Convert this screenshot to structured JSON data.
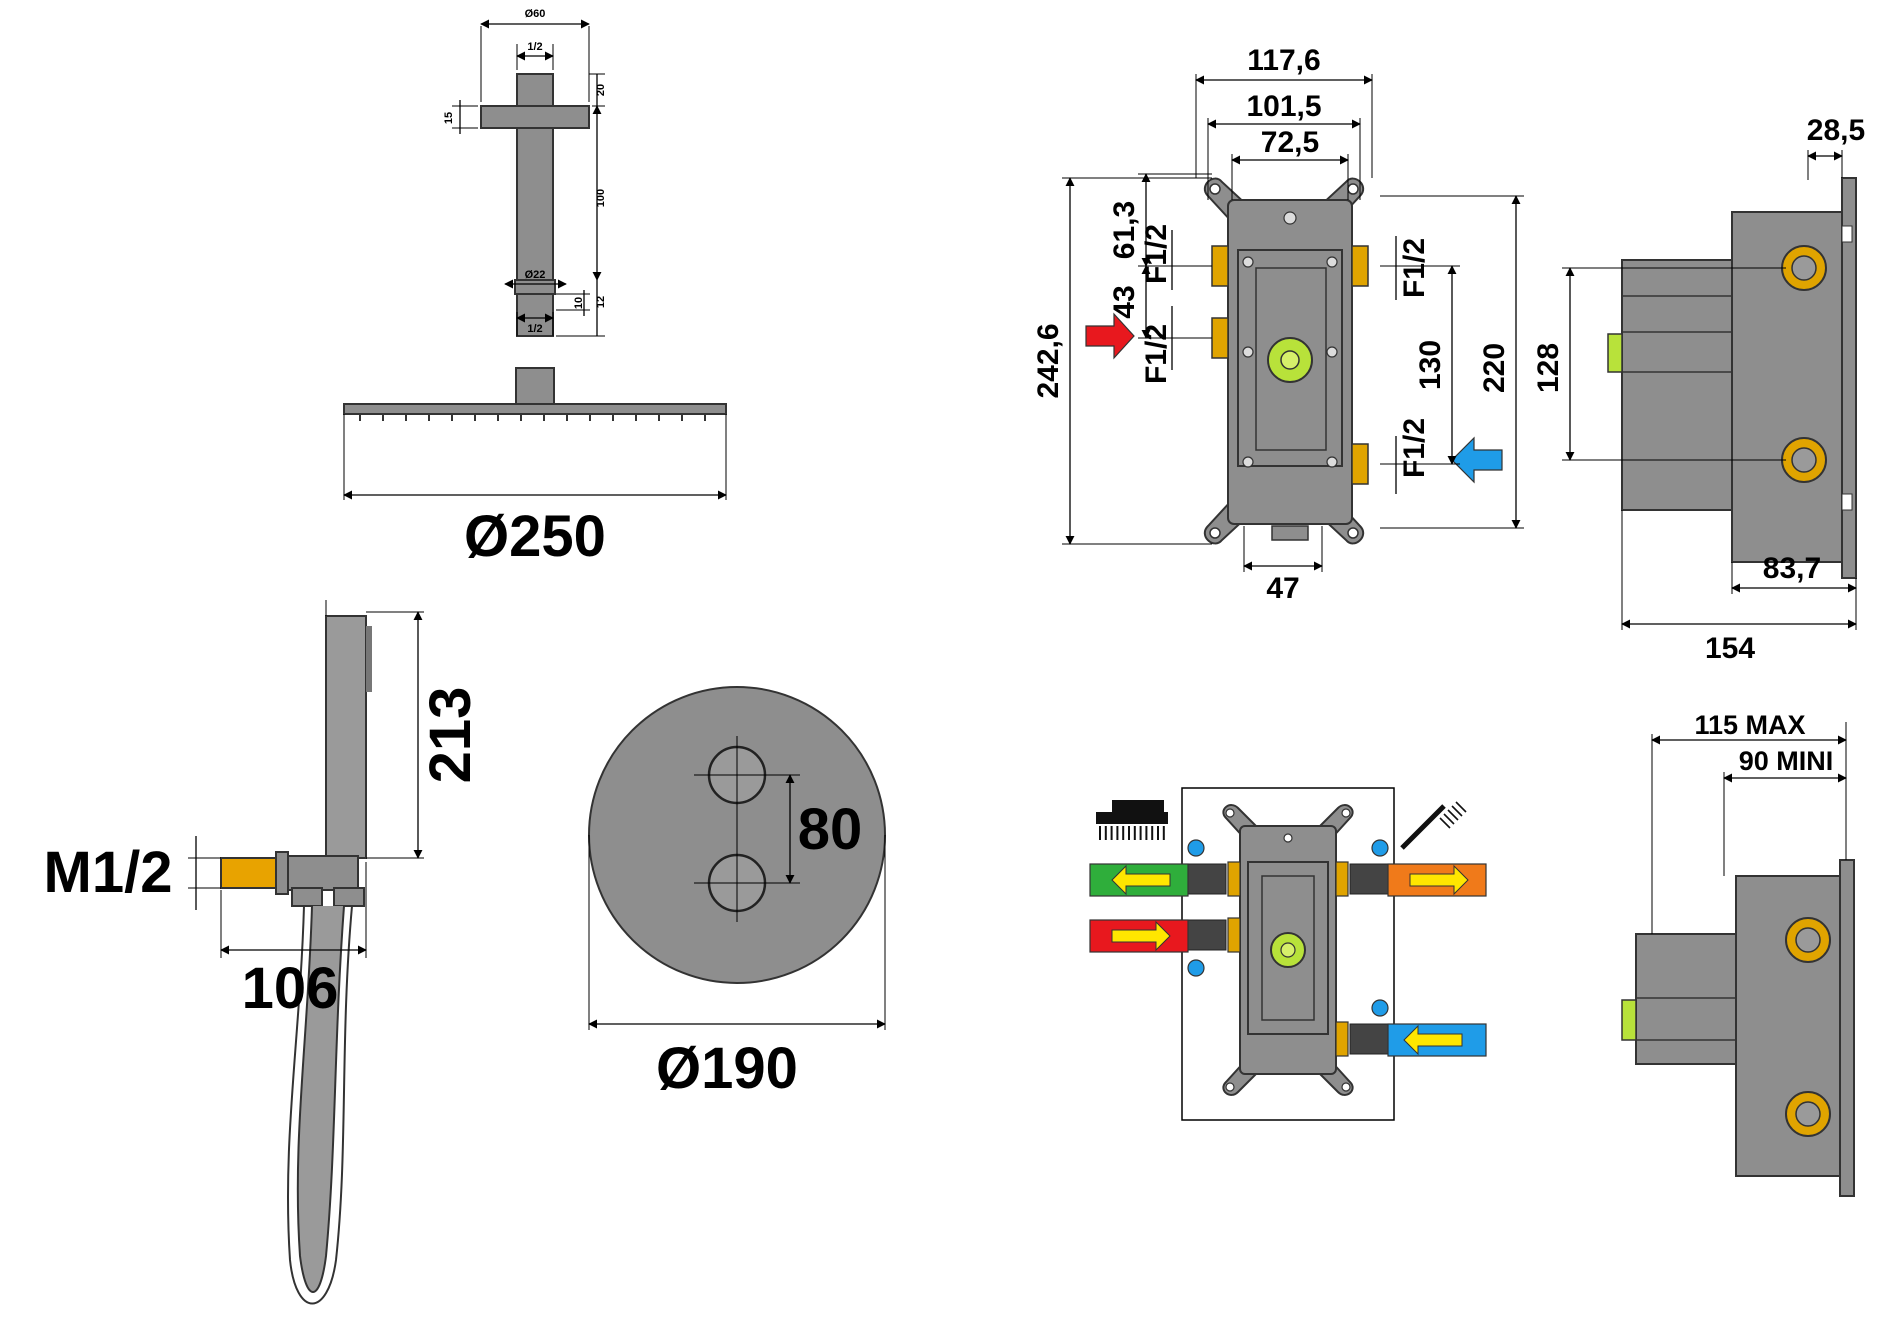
{
  "overhead_arm": {
    "dia_outer": "Ø60",
    "thread_top": "1/2",
    "dim_top": "20",
    "dim_flange": "15",
    "dim_length": "100",
    "dia_inner": "Ø22",
    "dim_10": "10",
    "dim_12": "12",
    "thread_bottom": "1/2"
  },
  "shower_head": {
    "diameter": "Ø250"
  },
  "hand_shower": {
    "height": "213",
    "thread": "M1/2",
    "length": "106"
  },
  "wall_plate": {
    "spacing": "80",
    "diameter": "Ø190"
  },
  "valve_body": {
    "w_outer": "117,6",
    "w_mid": "101,5",
    "w_inner": "72,5",
    "h_total": "242,6",
    "h_upper": "61,3",
    "h_port": "43",
    "port_l1": "F1/2",
    "port_l2": "F1/2",
    "port_r1": "F1/2",
    "port_r2": "F1/2",
    "h_ports": "130",
    "h_body": "220",
    "w_bottom": "47"
  },
  "side_view": {
    "flange": "28,5",
    "ports": "128",
    "depth_box": "83,7",
    "depth_total": "154",
    "max_label": "115 MAX",
    "min_label": "90 MINI"
  },
  "colors": {
    "hot": "#e8181e",
    "cold": "#1f9ce8",
    "outlet_overhead": "#2fae3b",
    "outlet_hand": "#f07a1a",
    "arrow": "#ffe600",
    "body": "#8e8e8e",
    "brass": "#e0a400",
    "knob": "#b8e23a"
  }
}
